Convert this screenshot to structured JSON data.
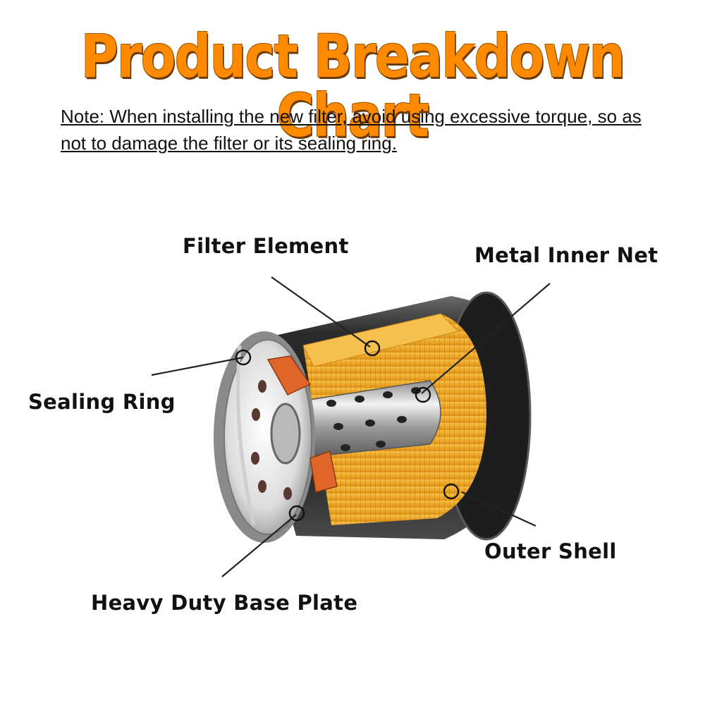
{
  "title": "Product Breakdown Chart",
  "note": "Note: When installing the new filter, avoid using excessive torque, so as not to damage the filter or its sealing ring.",
  "labels": {
    "filter_element": "Filter Element",
    "metal_inner_net": "Metal Inner Net",
    "sealing_ring": "Sealing Ring",
    "outer_shell": "Outer Shell",
    "base_plate": "Heavy Duty Base Plate"
  },
  "colors": {
    "title": "#ff8a00",
    "filter_paper": "#f2b632",
    "gasket": "#e0652a",
    "shell": "#2a2a2a"
  }
}
